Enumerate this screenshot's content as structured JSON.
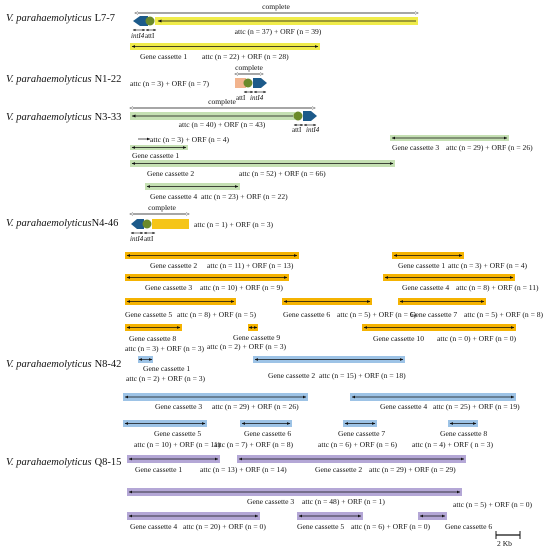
{
  "scale_bar": "2 Kb",
  "sections": [
    {
      "species": "V. parahaemolyticus",
      "strain": "L7-7",
      "complete": "complete",
      "intl4": "intI4",
      "atti": "attI",
      "summary": "attc (n = 37) + ORF (n = 39)",
      "cassettes": [
        {
          "name": "Gene cassette 1",
          "counts": "attc (n = 22) + ORF (n = 28)"
        }
      ]
    },
    {
      "species": "V. parahaemolyticus",
      "strain": "N1-22",
      "complete": "complete",
      "intl4": "intI4",
      "atti": "attI",
      "summary": "attc (n = 3) + ORF (n = 7)"
    },
    {
      "species": "V. parahaemolyticus",
      "strain": "N3-33",
      "complete": "complete",
      "intl4": "intI4",
      "atti": "attI",
      "summary": "attc (n = 40) + ORF (n = 43)",
      "cassettes": [
        {
          "name": "Gene cassette 1",
          "counts": "attc (n = 3) + ORF (n = 4)"
        },
        {
          "name": "Gene cassette 3",
          "counts": "attc (n = 29) + ORF (n = 26)"
        },
        {
          "name": "Gene cassette 2",
          "counts": "attc (n = 52) + ORF (n = 66)"
        },
        {
          "name": "Gene cassette 4",
          "counts": "attc (n = 23) + ORF (n = 22)"
        }
      ]
    },
    {
      "species": "V. parahaemolyticus",
      "strain": "N4-46",
      "complete": "complete",
      "intl4": "intI4",
      "atti": "attI",
      "summary": "attc (n = 1) + ORF (n = 3)",
      "cassettes": [
        {
          "name": "Gene cassette 2",
          "counts": "attc (n = 11) + ORF (n = 13)"
        },
        {
          "name": "Gene cassette 1",
          "counts": "attc (n = 3) + ORF (n = 4)"
        },
        {
          "name": "Gene cassette 3",
          "counts": "attc (n = 10) + ORF (n = 9)"
        },
        {
          "name": "Gene cassette 4",
          "counts": "attc (n = 8) + ORF (n = 11)"
        },
        {
          "name": "Gene cassette 5",
          "counts": "attc (n = 8) + ORF (n = 5)"
        },
        {
          "name": "Gene cassette 6",
          "counts": "attc (n = 5) + ORF (n = 6)"
        },
        {
          "name": "Gene cassette 7",
          "counts": "attc (n = 5) + ORF (n = 8)"
        },
        {
          "name": "Gene cassette 8",
          "counts": "attc (n = 3) + ORF (n = 3)"
        },
        {
          "name": "Gene cassette 9",
          "counts": "attc (n = 2) + ORF (n = 3)"
        },
        {
          "name": "Gene cassette 10",
          "counts": "attc (n = 0) + ORF (n = 0)"
        }
      ]
    },
    {
      "species": "V. parahaemolyticus",
      "strain": "N8-42",
      "cassettes": [
        {
          "name": "Gene cassette 1",
          "counts": "attc (n = 2) + ORF (n = 3)"
        },
        {
          "name": "Gene cassette 2",
          "counts": "attc (n = 15) + ORF (n = 18)"
        },
        {
          "name": "Gene cassette 3",
          "counts": "attc (n = 29) + ORF (n = 26)"
        },
        {
          "name": "Gene cassette 4",
          "counts": "attc (n = 25) + ORF (n = 19)"
        },
        {
          "name": "Gene cassette 5",
          "counts": "attc (n = 10) + ORF (n = 11)"
        },
        {
          "name": "Gene cassette 6",
          "counts": "attc (n = 7) + ORF (n = 8)"
        },
        {
          "name": "Gene cassette 7",
          "counts": "attc (n = 6) + ORF (n = 6)"
        },
        {
          "name": "Gene cassette 8",
          "counts": "attc (n = 4) + ORF ( n = 3)"
        }
      ]
    },
    {
      "species": "V. parahaemolyticus",
      "strain": "Q8-15",
      "cassettes": [
        {
          "name": "Gene cassette 1",
          "counts": "attc (n = 13) + ORF (n = 14)"
        },
        {
          "name": "Gene cassette 2",
          "counts": "attc (n = 29) + ORF (n = 29)"
        },
        {
          "name": "Gene cassette 3",
          "counts": "attc (n = 48) + ORF (n = 1)"
        },
        {
          "name": "Gene cassette 4",
          "counts": "attc (n = 20) + ORF (n = 0)"
        },
        {
          "name": "Gene cassette 5",
          "counts": "attc (n = 6) + ORF (n = 0)"
        },
        {
          "name": "Gene cassette 6",
          "counts": "attc (n = 5) + ORF (n = 0)"
        }
      ]
    }
  ]
}
